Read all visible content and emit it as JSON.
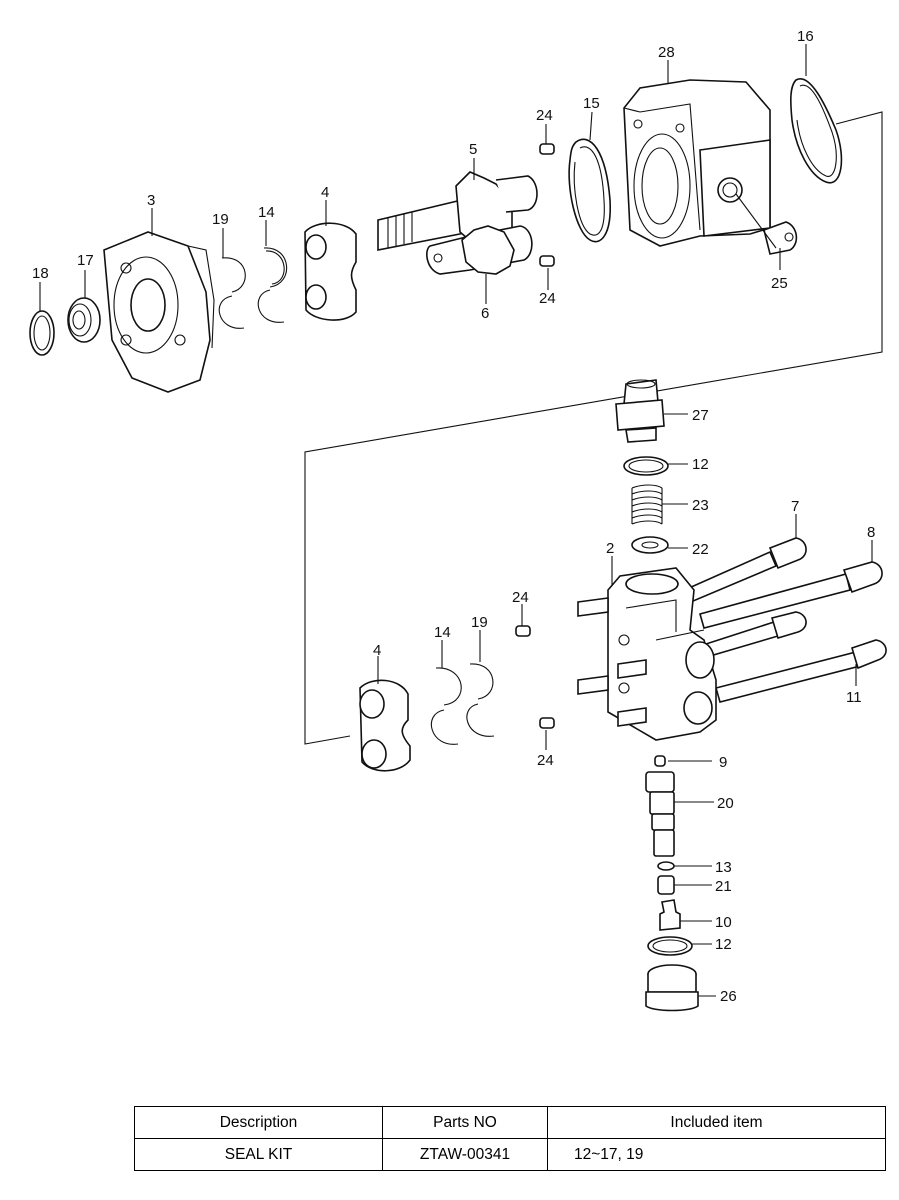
{
  "diagram": {
    "callouts": [
      "2",
      "3",
      "4",
      "4",
      "5",
      "6",
      "7",
      "8",
      "9",
      "10",
      "11",
      "12",
      "12",
      "13",
      "14",
      "14",
      "15",
      "16",
      "17",
      "18",
      "19",
      "19",
      "20",
      "21",
      "22",
      "23",
      "24",
      "24",
      "24",
      "24",
      "25",
      "26",
      "27",
      "28"
    ]
  },
  "table": {
    "headers": [
      "Description",
      "Parts NO",
      "Included item"
    ],
    "rows": [
      [
        "SEAL KIT",
        "ZTAW-00341",
        "12~17, 19"
      ]
    ]
  }
}
